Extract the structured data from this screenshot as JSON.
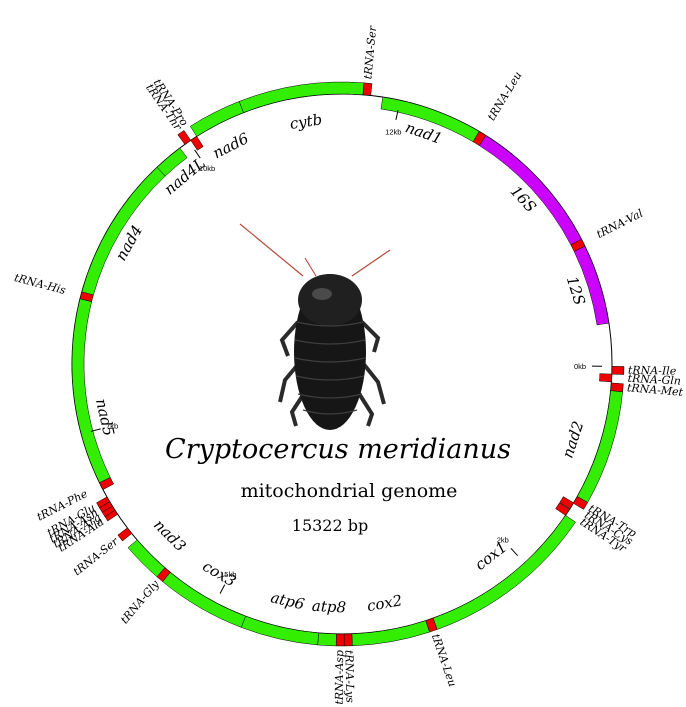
{
  "title": {
    "species": "Cryptocercus meridianus",
    "subtitle": "mitochondrial genome",
    "size": "15322 bp"
  },
  "colors": {
    "pcg": "#33ee00",
    "trna": "#ee0000",
    "rrna": "#cc00ff",
    "line": "#000000"
  },
  "genome_length": 15322,
  "ticks": [
    {
      "label": "0kb",
      "pos": 0
    },
    {
      "label": "2kb",
      "pos": 2000
    },
    {
      "label": "5kb",
      "pos": 5000
    },
    {
      "label": "7kb",
      "pos": 7000
    },
    {
      "label": "10kb",
      "pos": 10000
    },
    {
      "label": "12kb",
      "pos": 12000
    }
  ],
  "features": [
    {
      "name": "tRNA-Ile",
      "type": "trna",
      "start": 0,
      "end": 70,
      "strand": "+"
    },
    {
      "name": "tRNA-Gln",
      "type": "trna",
      "start": 70,
      "end": 140,
      "strand": "-"
    },
    {
      "name": "tRNA-Met",
      "type": "trna",
      "start": 150,
      "end": 220,
      "strand": "+"
    },
    {
      "name": "nad2",
      "type": "pcg",
      "start": 220,
      "end": 1230,
      "strand": "+"
    },
    {
      "name": "tRNA-Trp",
      "type": "trna",
      "start": 1230,
      "end": 1300,
      "strand": "+"
    },
    {
      "name": "tRNA-Cys",
      "type": "trna",
      "start": 1295,
      "end": 1360,
      "strand": "-"
    },
    {
      "name": "tRNA-Tyr",
      "type": "trna",
      "start": 1365,
      "end": 1430,
      "strand": "-"
    },
    {
      "name": "cox1",
      "type": "pcg",
      "start": 1430,
      "end": 2970,
      "strand": "+"
    },
    {
      "name": "tRNA-Leu",
      "type": "trna",
      "start": 2970,
      "end": 3040,
      "strand": "+"
    },
    {
      "name": "cox2",
      "type": "pcg",
      "start": 3040,
      "end": 3720,
      "strand": "+"
    },
    {
      "name": "tRNA-Lys",
      "type": "trna",
      "start": 3720,
      "end": 3790,
      "strand": "+"
    },
    {
      "name": "tRNA-Asp",
      "type": "trna",
      "start": 3790,
      "end": 3860,
      "strand": "+"
    },
    {
      "name": "atp8",
      "type": "pcg",
      "start": 3860,
      "end": 4020,
      "strand": "+"
    },
    {
      "name": "atp6",
      "type": "pcg",
      "start": 4020,
      "end": 4700,
      "strand": "+"
    },
    {
      "name": "cox3",
      "type": "pcg",
      "start": 4700,
      "end": 5490,
      "strand": "+"
    },
    {
      "name": "tRNA-Gly",
      "type": "trna",
      "start": 5490,
      "end": 5555,
      "strand": "+"
    },
    {
      "name": "nad3",
      "type": "pcg",
      "start": 5555,
      "end": 5910,
      "strand": "+"
    },
    {
      "name": "tRNA-Ser",
      "type": "trna",
      "start": 5985,
      "end": 6050,
      "strand": "+"
    },
    {
      "name": "tRNA-Ala",
      "type": "trna",
      "start": 6200,
      "end": 6245,
      "strand": "+"
    },
    {
      "name": "tRNA-Arg",
      "type": "trna",
      "start": 6245,
      "end": 6290,
      "strand": "+"
    },
    {
      "name": "tRNA-Asn",
      "type": "trna",
      "start": 6290,
      "end": 6335,
      "strand": "+"
    },
    {
      "name": "tRNA-Glu",
      "type": "trna",
      "start": 6335,
      "end": 6385,
      "strand": "+"
    },
    {
      "name": "tRNA-Phe",
      "type": "trna",
      "start": 6460,
      "end": 6530,
      "strand": "-"
    },
    {
      "name": "nad5",
      "type": "pcg",
      "start": 6530,
      "end": 8235,
      "strand": "-"
    },
    {
      "name": "tRNA-His",
      "type": "trna",
      "start": 8235,
      "end": 8300,
      "strand": "-"
    },
    {
      "name": "nad4",
      "type": "pcg",
      "start": 8300,
      "end": 9630,
      "strand": "-"
    },
    {
      "name": "nad4L",
      "type": "pcg",
      "start": 9630,
      "end": 9900,
      "strand": "-"
    },
    {
      "name": "tRNA-Thr",
      "type": "trna",
      "start": 9955,
      "end": 10020,
      "strand": "+"
    },
    {
      "name": "tRNA-Pro",
      "type": "trna",
      "start": 10020,
      "end": 10085,
      "strand": "-"
    },
    {
      "name": "nad6",
      "type": "pcg",
      "start": 10085,
      "end": 10560,
      "strand": "+"
    },
    {
      "name": "cytb",
      "type": "pcg",
      "start": 10560,
      "end": 11660,
      "strand": "+"
    },
    {
      "name": "tRNA-Ser",
      "type": "trna",
      "start": 11660,
      "end": 11730,
      "strand": "+"
    },
    {
      "name": "nad1",
      "type": "pcg",
      "start": 11840,
      "end": 12770,
      "strand": "-"
    },
    {
      "name": "tRNA-Leu",
      "type": "trna",
      "start": 12770,
      "end": 12840,
      "strand": "-"
    },
    {
      "name": "16S",
      "type": "rrna",
      "start": 12840,
      "end": 14130,
      "strand": "-"
    },
    {
      "name": "tRNA-Val",
      "type": "trna",
      "start": 14130,
      "end": 14200,
      "strand": "-"
    },
    {
      "name": "12S",
      "type": "rrna",
      "start": 14200,
      "end": 14930,
      "strand": "-"
    }
  ],
  "labels": [
    {
      "text": "tRNA-Met",
      "pos": 185
    },
    {
      "text": "tRNA-Gln",
      "pos": 105
    },
    {
      "text": "tRNA-Ile",
      "pos": 35
    },
    {
      "text": "nad2",
      "pos": 750
    },
    {
      "text": "tRNA-Trp",
      "pos": 1265
    },
    {
      "text": "tRNA-Tyr",
      "pos": 1398
    },
    {
      "text": "tRNA-Cys",
      "pos": 1328
    },
    {
      "text": "cox1",
      "pos": 2200
    },
    {
      "text": "tRNA-Leu",
      "pos": 3005
    },
    {
      "text": "cox2",
      "pos": 3380
    },
    {
      "text": "tRNA-Lys",
      "pos": 3755
    },
    {
      "text": "tRNA-Asp",
      "pos": 3825
    },
    {
      "text": "atp8",
      "pos": 3940
    },
    {
      "text": "atp6",
      "pos": 4360
    },
    {
      "text": "cox3",
      "pos": 5100
    },
    {
      "text": "tRNA-Gly",
      "pos": 5522
    },
    {
      "text": "nad3",
      "pos": 5730
    },
    {
      "text": "tRNA-Ser",
      "pos": 6017
    },
    {
      "text": "tRNA-Ala",
      "pos": 6222
    },
    {
      "text": "tRNA-Arg",
      "pos": 6267
    },
    {
      "text": "tRNA-Asn",
      "pos": 6312
    },
    {
      "text": "tRNA-Glu",
      "pos": 6360
    },
    {
      "text": "tRNA-Phe",
      "pos": 6495
    },
    {
      "text": "nad5",
      "pos": 7100
    },
    {
      "text": "tRNA-His",
      "pos": 8267
    },
    {
      "text": "nad4",
      "pos": 8900
    },
    {
      "text": "nad4L",
      "pos": 9770
    },
    {
      "text": "tRNA-Thr",
      "pos": 9987
    },
    {
      "text": "tRNA-Pro",
      "pos": 10052
    },
    {
      "text": "nad6",
      "pos": 10320
    },
    {
      "text": "cytb",
      "pos": 11110
    },
    {
      "text": "tRNA-Ser",
      "pos": 11695
    },
    {
      "text": "nad1",
      "pos": 12300
    },
    {
      "text": "tRNA-Leu",
      "pos": 12805
    },
    {
      "text": "16S",
      "pos": 13500
    },
    {
      "text": "tRNA-Val",
      "pos": 14165
    },
    {
      "text": "12S",
      "pos": 14560
    }
  ]
}
